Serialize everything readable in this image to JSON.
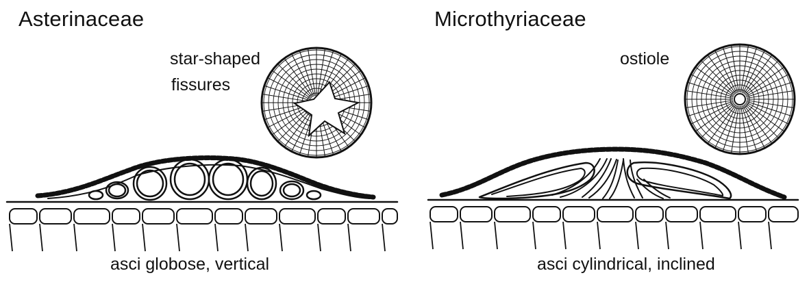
{
  "left": {
    "title": "Asterinaceae",
    "label_line1": "star-shaped",
    "label_line2": "fissures",
    "caption": "asci globose, vertical"
  },
  "right": {
    "title": "Microthyriaceae",
    "label": "ostiole",
    "caption": "asci cylindrical, inclined"
  },
  "colors": {
    "ink": "#111111",
    "background": "#ffffff"
  }
}
